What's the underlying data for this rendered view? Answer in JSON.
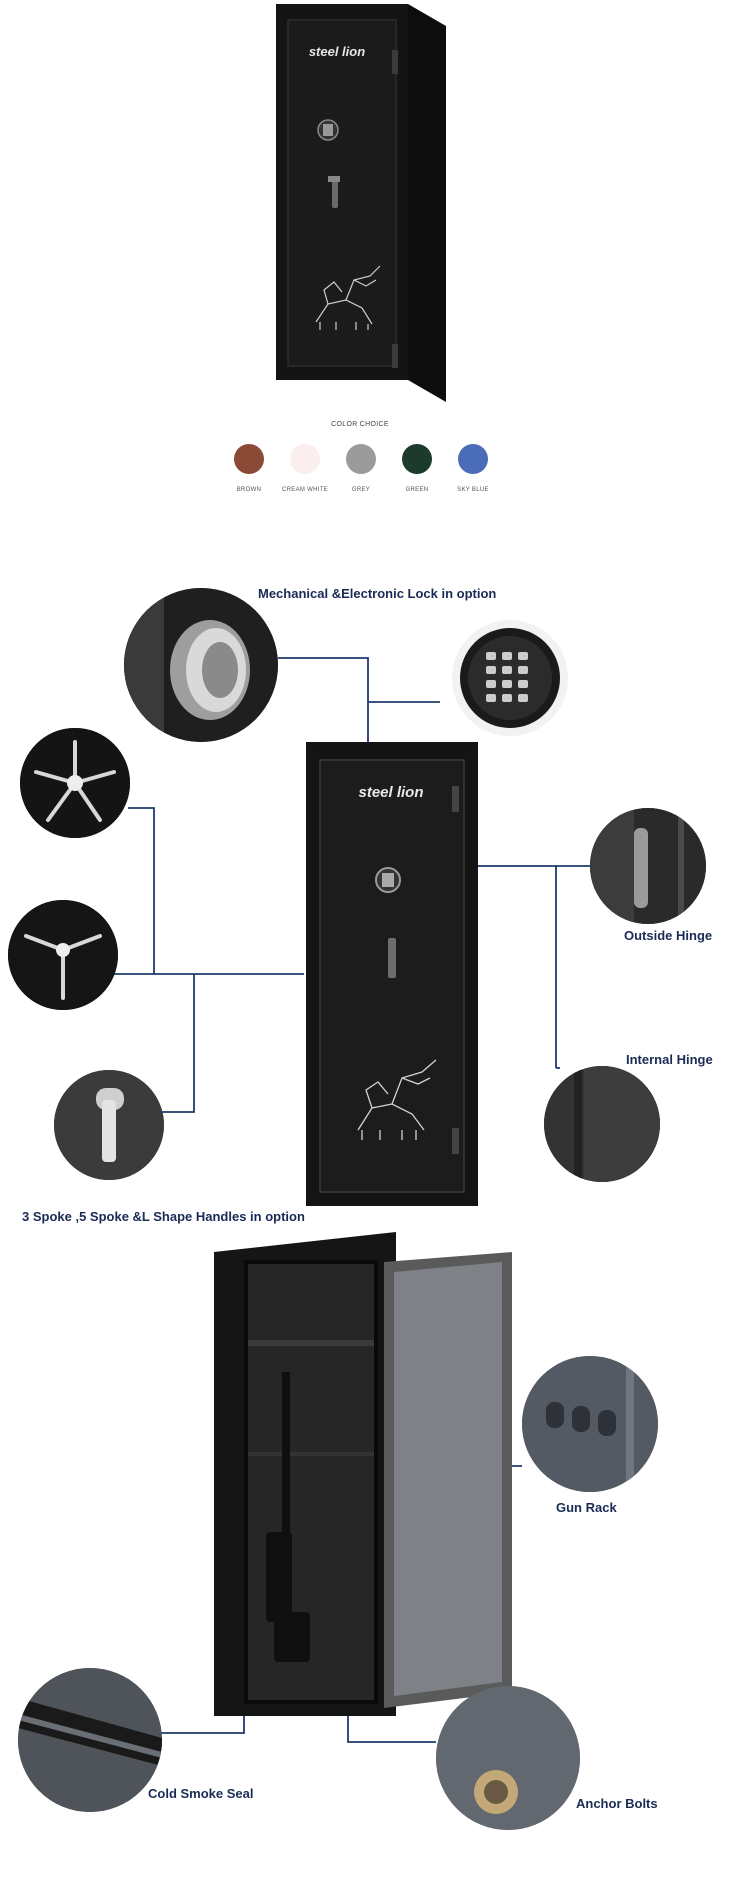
{
  "brand": "steel lion",
  "color_choice": {
    "title": "COLOR CHOICE",
    "colors": [
      {
        "name": "BROWN",
        "hex": "#8a4a36"
      },
      {
        "name": "CREAM WHITE",
        "hex": "#fbeeee"
      },
      {
        "name": "GREY",
        "hex": "#9b9b9b"
      },
      {
        "name": "GREEN",
        "hex": "#1d3b2c"
      },
      {
        "name": "SKY BLUE",
        "hex": "#4b6cb8"
      }
    ]
  },
  "labels": {
    "lock": "Mechanical &Electronic Lock in option",
    "outside_hinge": "Outside Hinge",
    "internal_hinge": "Internal Hinge",
    "handles": "3 Spoke ,5 Spoke &L Shape Handles in option",
    "gun_rack": "Gun Rack",
    "smoke_seal": "Cold Smoke Seal",
    "anchor_bolts": "Anchor Bolts"
  }
}
